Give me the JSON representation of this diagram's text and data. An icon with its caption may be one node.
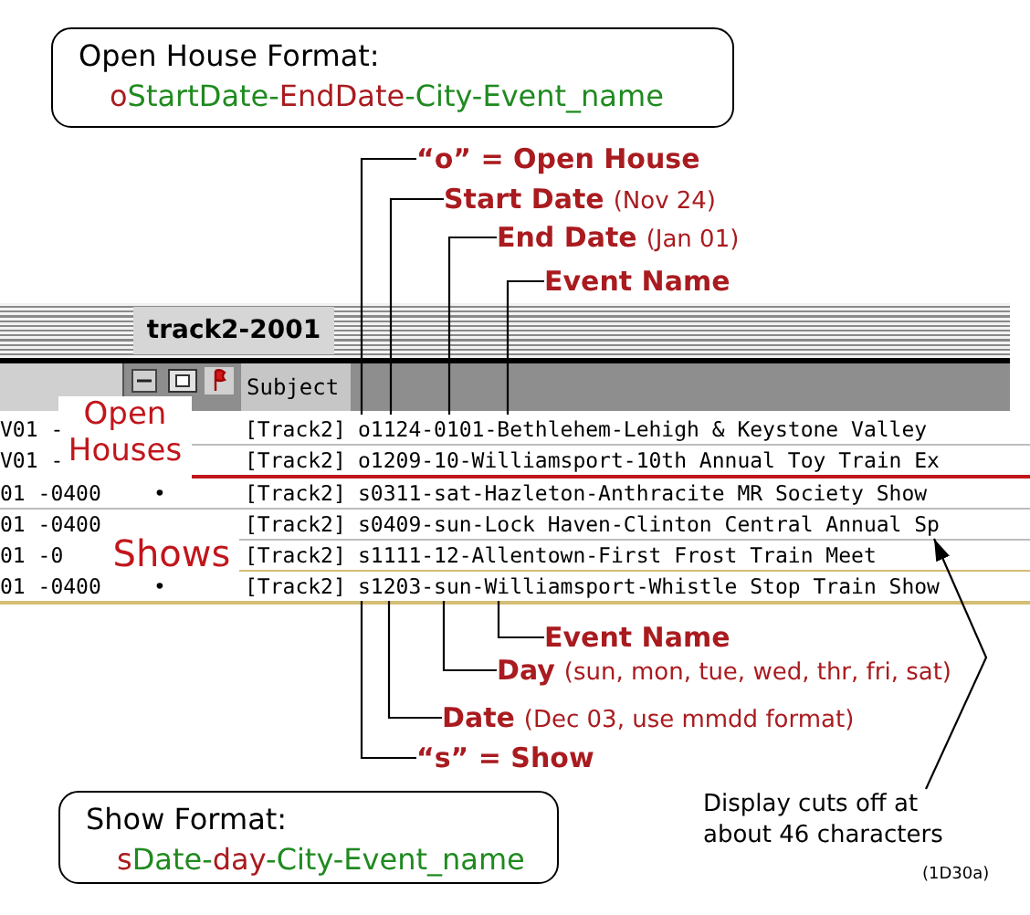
{
  "diagram": {
    "nodes": [
      {
        "text": [
          "Open House Format:",
          "oStartDate-EndDate-City-Event_name"
        ]
      },
      {
        "text": [
          "“o” = Open House"
        ]
      },
      {
        "text": [
          "Start Date",
          "(Nov 24)"
        ]
      },
      {
        "text": [
          "End Date",
          "(Jan 01)"
        ]
      },
      {
        "text": [
          "Event Name"
        ]
      },
      {
        "text": [
          "o1124-0101-Bethlehem-Lehigh & Keystone Valley"
        ]
      },
      {
        "text": [
          "s0409-sun-Lock Haven-Clinton Central Annual Sp"
        ]
      },
      {
        "text": [
          "s1203-sun-Williamsport-Whistle Stop Train Show"
        ]
      },
      {
        "text": [
          "Event Name"
        ]
      },
      {
        "text": [
          "Day",
          "(sun, mon, tue, wed, thr, fri, sat)"
        ]
      },
      {
        "text": [
          "Date",
          "(Dec 03, use mmdd format)"
        ]
      },
      {
        "text": [
          "“s” = Show"
        ]
      },
      {
        "text": [
          "Show Format:",
          "sDate-day-City-Event_name"
        ]
      },
      {
        "text": [
          "Display cuts off at about 46 characters"
        ]
      }
    ],
    "edges": [
      {
        "from": 1,
        "to": 5,
        "arrow": "none"
      },
      {
        "from": 2,
        "to": 5,
        "arrow": "none"
      },
      {
        "from": 3,
        "to": 5,
        "arrow": "none"
      },
      {
        "from": 4,
        "to": 5,
        "arrow": "none"
      },
      {
        "from": 8,
        "to": 7,
        "arrow": "none"
      },
      {
        "from": 9,
        "to": 7,
        "arrow": "none"
      },
      {
        "from": 10,
        "to": 7,
        "arrow": "none"
      },
      {
        "from": 11,
        "to": 7,
        "arrow": "none"
      },
      {
        "from": 13,
        "to": 6,
        "arrow": "to"
      }
    ],
    "labels": [
      "track2-2001",
      "Subject",
      "Open Houses",
      "V01 -",
      "[Track2]",
      "V01 -",
      "[Track2]",
      "o1209-10-Williamsport-10th Annual Toy Train Ex",
      "01 -0400",
      "•",
      "[Track2]",
      "s0311-sat-Hazleton-Anthracite MR Society Show",
      "Shows",
      "01 -0400",
      "[Track2]",
      "01 -0",
      "[Track2]",
      "s1111-12-Allentown-First Frost Train Meet",
      "01 -0400",
      "•",
      "[Track2]",
      "(1D30a)"
    ]
  }
}
